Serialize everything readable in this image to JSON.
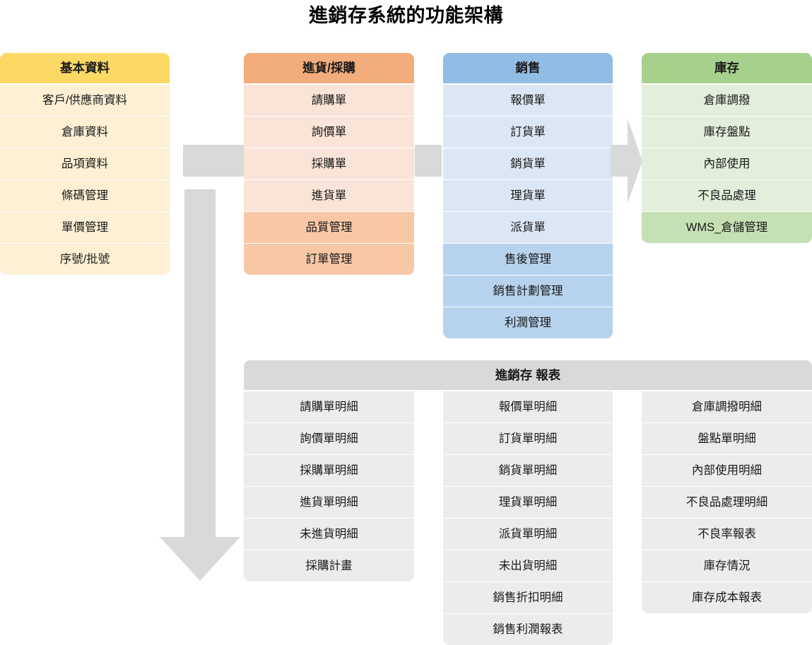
{
  "title": "進銷存系統的功能架構",
  "colors": {
    "yellow_head": "#FCD965",
    "yellow_cell": "#FDF0D5",
    "orange_head": "#F3AC7C",
    "orange_cell_light": "#FAE4D7",
    "orange_cell_dark": "#F7C7A6",
    "blue_head": "#91BCE3",
    "blue_cell_light": "#DCE7F5",
    "blue_cell_dark": "#B7D2ED",
    "green_head": "#A8D08D",
    "green_cell_light": "#E2EFDA",
    "green_cell_dark": "#C5E0B3",
    "gray_head": "#D9D9D9",
    "gray_cell": "#ECECEC",
    "arrow": "#D9D9D9"
  },
  "columns": [
    {
      "id": "basic",
      "header": "基本資料",
      "items": [
        {
          "label": "客戶/供應商資料",
          "level": 1
        },
        {
          "label": "倉庫資料",
          "level": 1
        },
        {
          "label": "品項資料",
          "level": 1
        },
        {
          "label": "條碼管理",
          "level": 1
        },
        {
          "label": "單價管理",
          "level": 1
        },
        {
          "label": "序號/批號",
          "level": 1
        }
      ]
    },
    {
      "id": "purchase",
      "header": "進貨/採購",
      "items": [
        {
          "label": "請購單",
          "level": 1
        },
        {
          "label": "詢價單",
          "level": 1
        },
        {
          "label": "採購單",
          "level": 1
        },
        {
          "label": "進貨單",
          "level": 1
        },
        {
          "label": "品質管理",
          "level": 2
        },
        {
          "label": "訂單管理",
          "level": 2
        }
      ]
    },
    {
      "id": "sales",
      "header": "銷售",
      "items": [
        {
          "label": "報價單",
          "level": 1
        },
        {
          "label": "訂貨單",
          "level": 1
        },
        {
          "label": "銷貨單",
          "level": 1
        },
        {
          "label": "理貨單",
          "level": 1
        },
        {
          "label": "派貨單",
          "level": 1
        },
        {
          "label": "售後管理",
          "level": 2
        },
        {
          "label": "銷售計劃管理",
          "level": 2
        },
        {
          "label": "利潤管理",
          "level": 2
        }
      ]
    },
    {
      "id": "stock",
      "header": "庫存",
      "items": [
        {
          "label": "倉庫調撥",
          "level": 1
        },
        {
          "label": "庫存盤點",
          "level": 1
        },
        {
          "label": "內部使用",
          "level": 1
        },
        {
          "label": "不良品處理",
          "level": 1
        },
        {
          "label": "WMS_倉儲管理",
          "level": 2
        }
      ]
    }
  ],
  "report": {
    "header": "進銷存 報表",
    "columns": [
      {
        "id": "report-purchase",
        "items": [
          "請購單明細",
          "詢價單明細",
          "採購單明細",
          "進貨單明細",
          "未進貨明細",
          "採購計畫"
        ]
      },
      {
        "id": "report-sales",
        "items": [
          "報價單明細",
          "訂貨單明細",
          "銷貨單明細",
          "理貨單明細",
          "派貨單明細",
          "未出貨明細",
          "銷售折扣明細",
          "銷售利潤報表"
        ]
      },
      {
        "id": "report-stock",
        "items": [
          "倉庫調撥明細",
          "盤點單明細",
          "內部使用明細",
          "不良品處理明細",
          "不良率報表",
          "庫存情況",
          "庫存成本報表"
        ]
      }
    ]
  },
  "connectors": [
    {
      "id": "basic-to-purchase",
      "shape": "bar-right"
    },
    {
      "id": "purchase-to-sales",
      "shape": "bar-right"
    },
    {
      "id": "sales-to-stock",
      "shape": "arrow-right"
    },
    {
      "id": "purchase-to-report",
      "shape": "arrow-down"
    }
  ]
}
